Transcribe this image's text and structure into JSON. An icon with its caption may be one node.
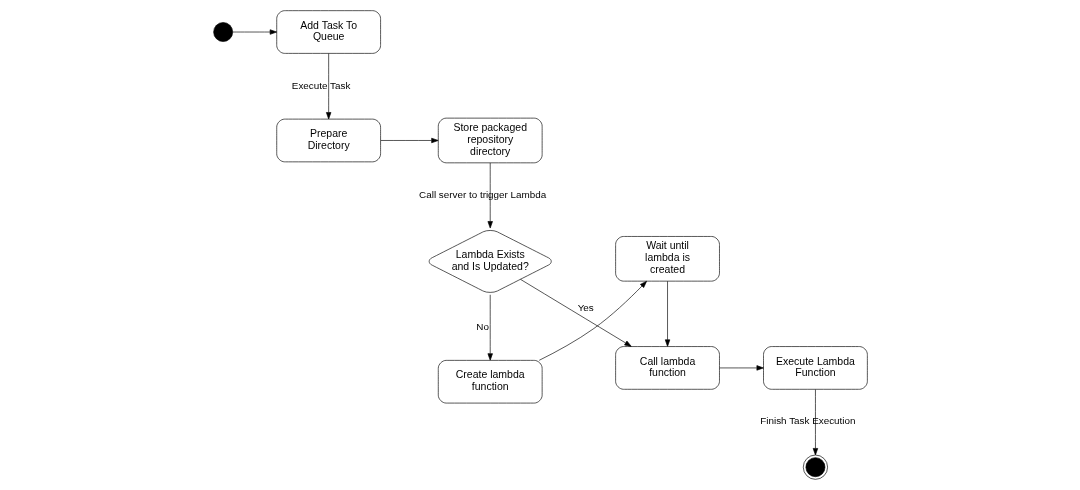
{
  "diagram": {
    "nodes": [
      {
        "text": [],
        "shape": "circle"
      },
      {
        "text": [
          "Add Task To Queue"
        ]
      },
      {
        "text": [
          "Prepare Directory"
        ]
      },
      {
        "text": [
          "Store packaged repository directory"
        ]
      },
      {
        "text": [
          "Lambda Exists and Is Updated?"
        ]
      },
      {
        "text": [
          "Call lambda function"
        ]
      },
      {
        "text": [
          "Execute Lambda Function"
        ]
      },
      {
        "text": [
          "Create lambda function"
        ]
      },
      {
        "text": [
          "Wait until lambda is created"
        ]
      },
      {
        "text": [],
        "shape": "circle"
      }
    ],
    "edges": [
      {
        "from": 0,
        "to": 1,
        "arrow": "to"
      },
      {
        "from": 1,
        "to": 2,
        "arrow": "to",
        "label": "Execute Task"
      },
      {
        "from": 2,
        "to": 3,
        "arrow": "to"
      },
      {
        "from": 3,
        "to": 4,
        "arrow": "to",
        "label": "Call server to trigger Lambda"
      },
      {
        "from": 4,
        "to": 5,
        "arrow": "to",
        "label": "Yes"
      },
      {
        "from": 4,
        "to": 7,
        "arrow": "to",
        "label": "No"
      },
      {
        "from": 7,
        "to": 8,
        "arrow": "to"
      },
      {
        "from": 8,
        "to": 5,
        "arrow": "to"
      },
      {
        "from": 5,
        "to": 6,
        "arrow": "to"
      },
      {
        "from": 6,
        "to": 9,
        "arrow": "to",
        "label": "Finish Task Execution"
      }
    ]
  }
}
